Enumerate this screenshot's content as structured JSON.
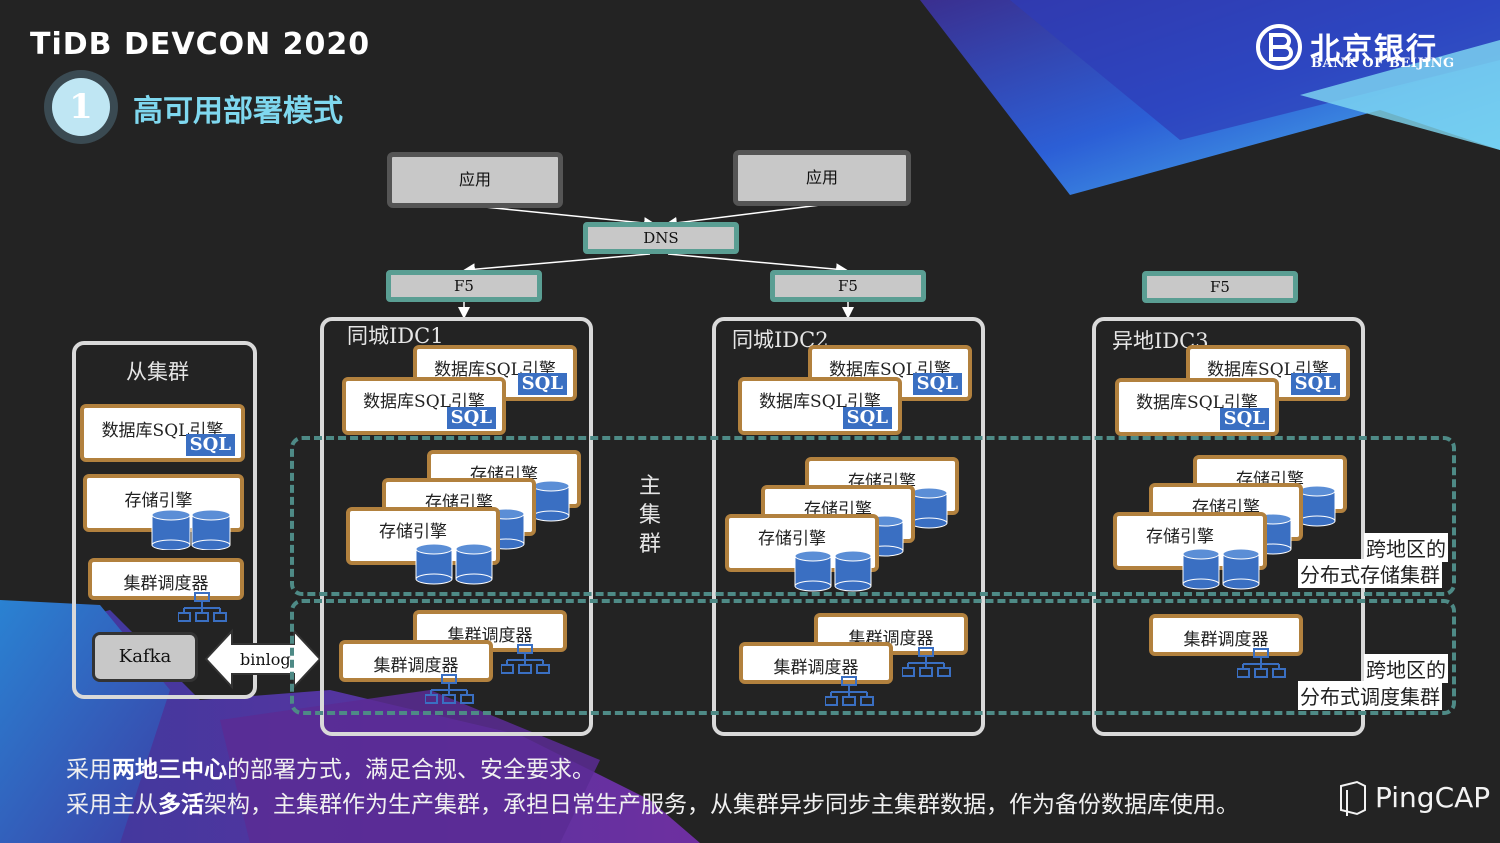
{
  "header": {
    "brand": "TiDB DEVCON 2020",
    "section_number": "1",
    "title": "高可用部署模式",
    "bank_name_cn": "北京银行",
    "bank_name_en": "BANK OF BEIJING"
  },
  "diagram": {
    "app_label": "应用",
    "dns_label": "DNS",
    "f5_label": "F5",
    "main_cluster_label": "主集群",
    "slave_cluster": {
      "title": "从集群",
      "sql_engine": "数据库SQL引擎",
      "sql_badge": "SQL",
      "storage_engine": "存储引擎",
      "scheduler": "集群调度器",
      "kafka": "Kafka",
      "binlog": "binlog"
    },
    "idcs": [
      {
        "title": "同城IDC1"
      },
      {
        "title": "同城IDC2"
      },
      {
        "title": "异地IDC3"
      }
    ],
    "sql_engine": "数据库SQL引擎",
    "sql_badge": "SQL",
    "storage_engine": "存储引擎",
    "scheduler": "集群调度器",
    "storage_band_label": [
      "跨地区的",
      "分布式存储集群"
    ],
    "scheduler_band_label": [
      "跨地区的",
      "分布式调度集群"
    ]
  },
  "footer": {
    "line1_pre": "采用",
    "line1_bold": "两地三中心",
    "line1_post": "的部署方式，满足合规、安全要求。",
    "line2_pre": "采用主从",
    "line2_bold": "多活",
    "line2_post": "架构，主集群作为生产集群，承担日常生产服务，从集群异步同步主集群数据，作为备份数据库使用。",
    "pingcap": "PingCAP"
  },
  "colors": {
    "background": "#232323",
    "accent_title": "#7fd8ef",
    "card_border": "#b2813e",
    "sql_badge": "#3a6fc2",
    "dashed_band": "#4e8a86",
    "teal_box": "#5a9e93"
  }
}
